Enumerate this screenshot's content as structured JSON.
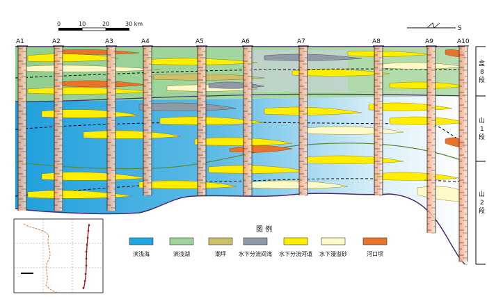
{
  "scale_bar": {
    "ticks": [
      "0",
      "10",
      "20",
      "30 km"
    ]
  },
  "direction": {
    "label": "S"
  },
  "wells": [
    "A1",
    "A2",
    "A3",
    "A4",
    "A5",
    "A6",
    "A7",
    "A8",
    "A9",
    "A10"
  ],
  "units": [
    {
      "chars": [
        "盒",
        "8",
        "段"
      ]
    },
    {
      "chars": [
        "山",
        "1",
        "段"
      ]
    },
    {
      "chars": [
        "山",
        "2",
        "段"
      ]
    }
  ],
  "legend": {
    "title": "图 例",
    "items": [
      {
        "label": "滨浅海",
        "color": "#1ea7e0"
      },
      {
        "label": "滨浅湖",
        "color": "#9bd39b"
      },
      {
        "label": "潮坪",
        "color": "#cdbf6a"
      },
      {
        "label": "水下分流间湾",
        "color": "#8e9aa6"
      },
      {
        "label": "水下分流河道",
        "color": "#ffee00"
      },
      {
        "label": "水下漫溢砂",
        "color": "#fdf9c8"
      },
      {
        "label": "河口坝",
        "color": "#e8742c"
      }
    ]
  },
  "inset_map": {
    "labels": []
  }
}
